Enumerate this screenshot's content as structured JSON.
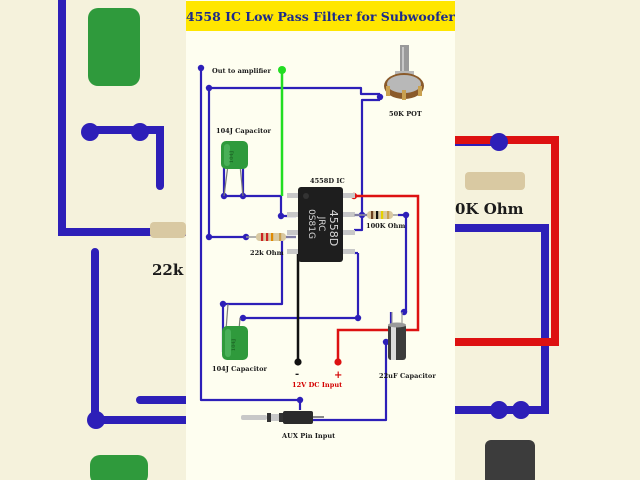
{
  "title": "4558 IC Low Pass Filter for Subwoofer",
  "labels": {
    "out_to_amplifier": "Out to amplifier",
    "pot": "50K POT",
    "cap_top": "104J Capacitor",
    "ic": "4558D IC",
    "ic_marking_1": "4558D",
    "ic_marking_2": "JRC",
    "ic_marking_3": "0S81G",
    "res_100k": "100K Ohm",
    "res_22k": "22k Ohm",
    "cap_bottom": "104J Capacitor",
    "cap_bottom_marking": "104J",
    "cap_top_marking": "104J",
    "electrolytic_cap": "22uF Capacitor",
    "power_input": "12V DC Input",
    "minus_sign": "-",
    "plus_sign": "+",
    "aux_input": "AUX Pin Input"
  },
  "background_labels": {
    "left_fragment": "22k",
    "right_fragment": "0K Ohm"
  },
  "colors": {
    "title_bg": "#ffe600",
    "title_text": "#1b2a8c",
    "wire_main": "#2d1fb8",
    "wire_signal_out": "#22dd22",
    "wire_positive": "#dd1111",
    "wire_negative": "#111111",
    "capacitor_green": "#2f9a3c",
    "panel_bg": "#fefef0"
  }
}
